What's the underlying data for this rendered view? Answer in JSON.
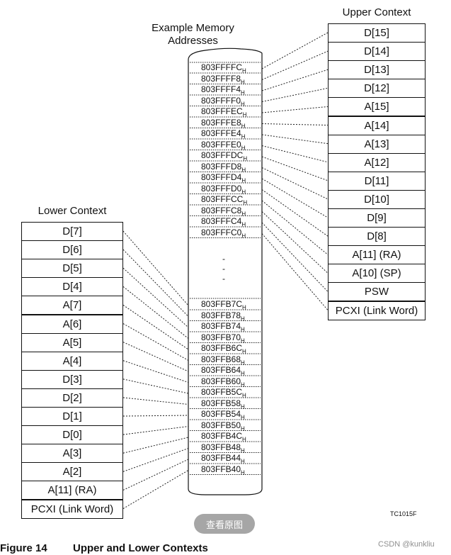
{
  "memory_title_line1": "Example Memory",
  "memory_title_line2": "Addresses",
  "upper_context": {
    "title": "Upper Context",
    "registers": [
      "D[15]",
      "D[14]",
      "D[13]",
      "D[12]",
      "A[15]",
      "A[14]",
      "A[13]",
      "A[12]",
      "D[11]",
      "D[10]",
      "D[9]",
      "D[8]",
      "A[11] (RA)",
      "A[10] (SP)",
      "PSW",
      "PCXI (Link Word)"
    ],
    "addresses": [
      "803FFFFC",
      "803FFFF8",
      "803FFFF4",
      "803FFFF0",
      "803FFFEC",
      "803FFFE8",
      "803FFFE4",
      "803FFFE0",
      "803FFFDC",
      "803FFFD8",
      "803FFFD4",
      "803FFFD0",
      "803FFFCC",
      "803FFFC8",
      "803FFFC4",
      "803FFFC0"
    ]
  },
  "lower_context": {
    "title": "Lower Context",
    "registers": [
      "D[7]",
      "D[6]",
      "D[5]",
      "D[4]",
      "A[7]",
      "A[6]",
      "A[5]",
      "A[4]",
      "D[3]",
      "D[2]",
      "D[1]",
      "D[0]",
      "A[3]",
      "A[2]",
      "A[11] (RA)",
      "PCXI (Link Word)"
    ],
    "addresses": [
      "803FFB7C",
      "803FFB78",
      "803FFB74",
      "803FFB70",
      "803FFB6C",
      "803FFB68",
      "803FFB64",
      "803FFB60",
      "803FFB5C",
      "803FFB58",
      "803FFB54",
      "803FFB50",
      "803FFB4C",
      "803FFB48",
      "803FFB44",
      "803FFB40"
    ]
  },
  "hex_subscript": "H",
  "ellipsis": [
    "-",
    "-",
    "-"
  ],
  "figure_tag": "TC1015F",
  "view_button_label": "查看原图",
  "caption": {
    "number": "Figure 14",
    "title": "Upper and Lower Contexts"
  },
  "watermark": "CSDN @kunkliu"
}
